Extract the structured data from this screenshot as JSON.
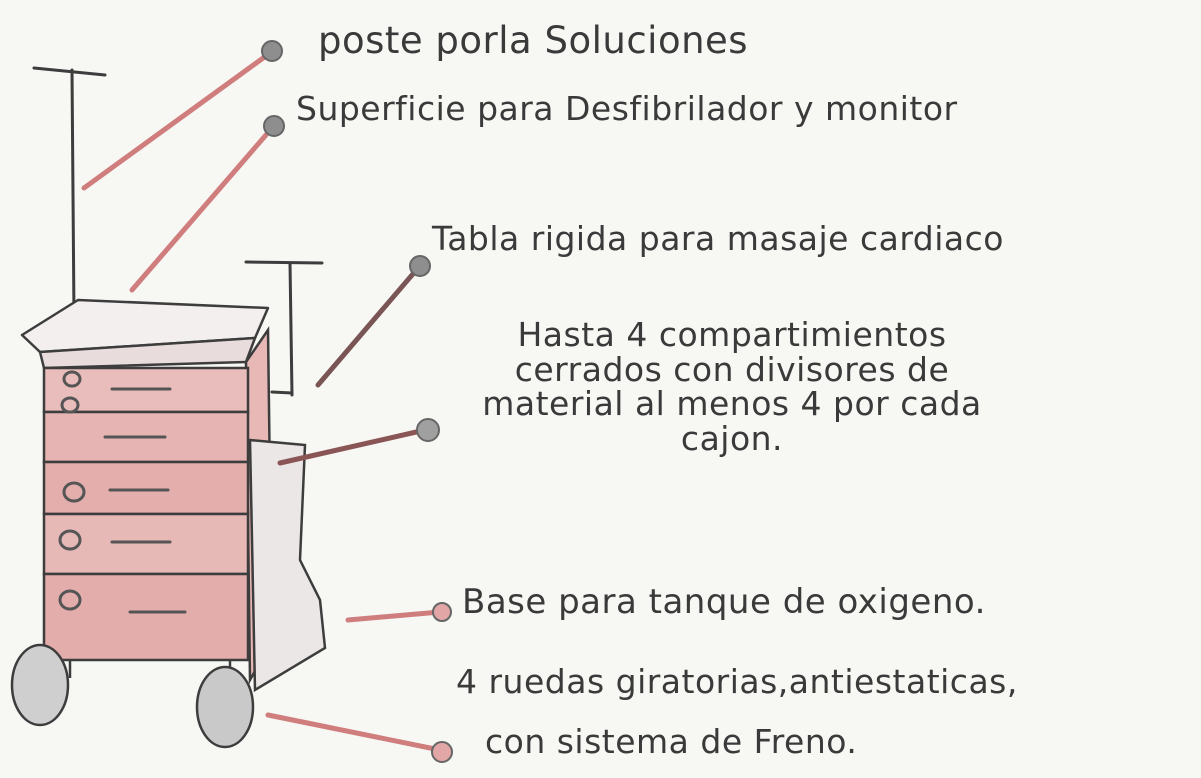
{
  "labels": {
    "soluciones": "poste porla Soluciones",
    "superficie": "Superficie para Desfibrilador y monitor",
    "tabla": "Tabla rigida para masaje cardiaco",
    "compartimientos": "Hasta 4 compartimientos cerrados con divisores de material al menos 4 por cada cajon.",
    "compartimientos_lines": [
      "Hasta 4 compartimientos",
      "cerrados con divisores de",
      "material al menos 4 por cada",
      "cajon."
    ],
    "base": "Base para tanque de oxigeno.",
    "ruedas_lines": [
      "4 ruedas giratorias,antiestaticas,",
      "con sistema de Freno."
    ]
  },
  "colors": {
    "paper": "#f7f7f4",
    "pencil": "#3a3a3a",
    "red_pencil": "#d98a8a",
    "cart_red": "#e6b4b2",
    "wheel_gray": "#c9c9c9"
  }
}
